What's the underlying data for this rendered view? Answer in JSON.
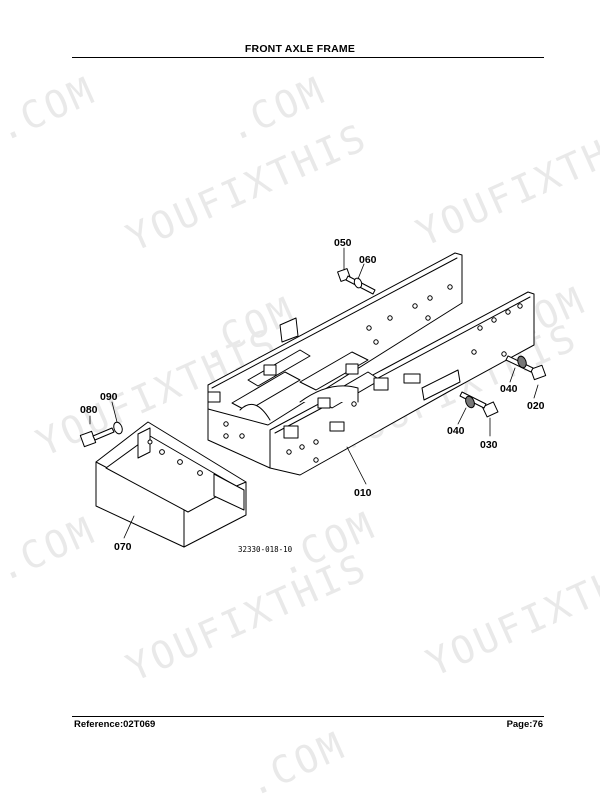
{
  "page": {
    "title": "FRONT AXLE FRAME",
    "reference": "Reference:02T069",
    "page_number": "Page:76"
  },
  "watermark": {
    "primary": "YOUFIXTHIS",
    "secondary": ".COM"
  },
  "diagram": {
    "figure_id": "32330-018-10",
    "part_labels": {
      "p010": "010",
      "p020": "020",
      "p030": "030",
      "p040a": "040",
      "p040b": "040",
      "p050": "050",
      "p060": "060",
      "p070": "070",
      "p080": "080",
      "p090": "090"
    }
  }
}
